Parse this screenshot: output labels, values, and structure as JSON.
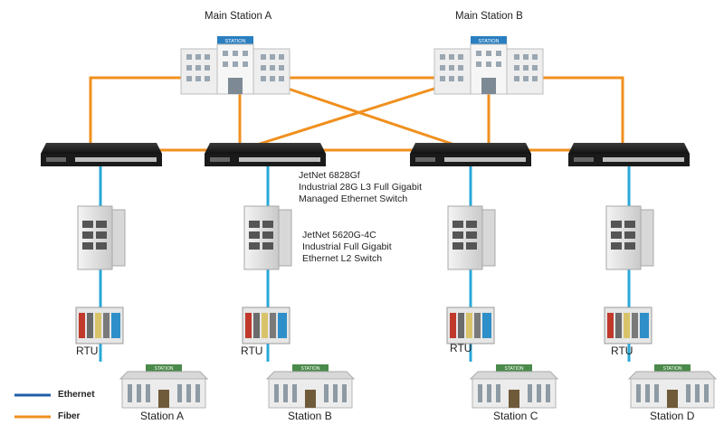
{
  "main_stations": [
    {
      "label": "Main Station A",
      "sign": "STATION"
    },
    {
      "label": "Main Station B",
      "sign": "STATION"
    }
  ],
  "switch_6828": {
    "model": "JetNet 6828Gf",
    "line1": "Industrial 28G L3 Full Gigabit",
    "line2": "Managed Ethernet Switch"
  },
  "switch_5620": {
    "model": "JetNet 5620G-4C",
    "line1": "Industrial Full Gigabit",
    "line2": "Ethernet L2 Switch"
  },
  "rtu_label": "RTU",
  "stations": [
    {
      "label": "Station A",
      "sign": "STATION"
    },
    {
      "label": "Station B",
      "sign": "STATION"
    },
    {
      "label": "Station C",
      "sign": "STATION"
    },
    {
      "label": "Station D",
      "sign": "STATION"
    }
  ],
  "legend": [
    {
      "label": "Ethernet",
      "color": "#1f5fa8"
    },
    {
      "label": "Fiber",
      "color": "#f0901e"
    }
  ],
  "colors": {
    "fiber": "#f0901e",
    "ethernet_link": "#29a8d8",
    "building_sign": "#2a7fc0",
    "station_roof": "#4a8a4a"
  }
}
